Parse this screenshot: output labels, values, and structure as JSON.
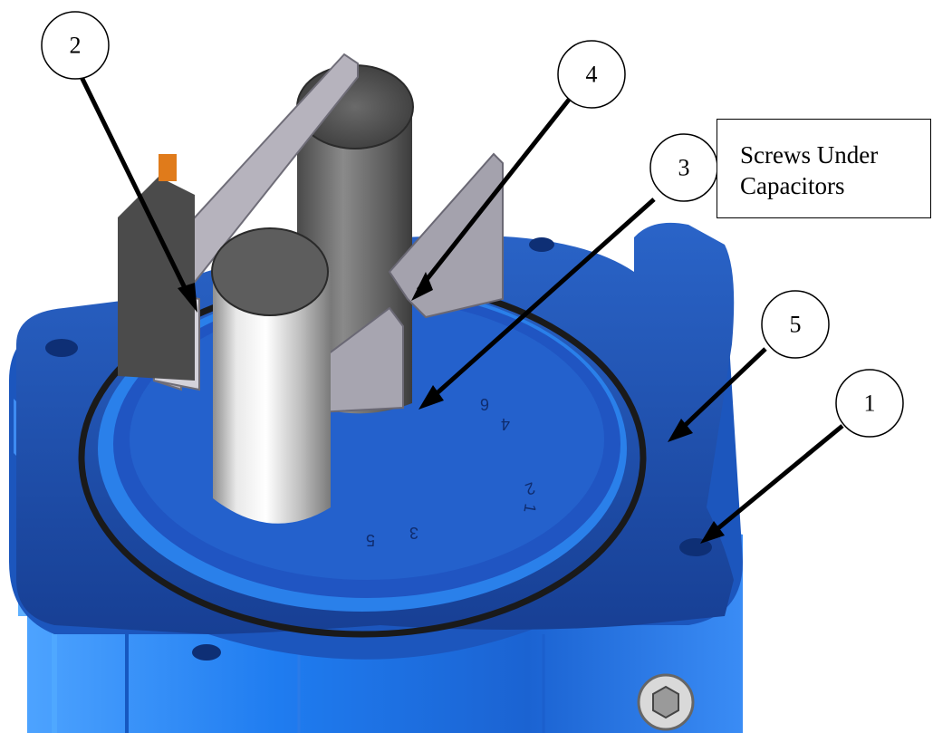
{
  "callouts": [
    {
      "id": "2",
      "label": "2"
    },
    {
      "id": "4",
      "label": "4"
    },
    {
      "id": "3",
      "label": "3"
    },
    {
      "id": "5",
      "label": "5"
    },
    {
      "id": "1",
      "label": "1"
    }
  ],
  "note": {
    "line1": "Screws Under",
    "line2": "Capacitors"
  },
  "base_markings": [
    "6",
    "4",
    "2",
    "1",
    "3",
    "5"
  ],
  "colors": {
    "housing_blue": "#1f6fe0",
    "housing_dark_blue": "#1a4fb3",
    "plate_blue": "#245fc8",
    "capacitor_gray": "#6b6b6b",
    "capacitor_silver": "#d8d8d8",
    "bracket_gray": "#9c9aa6",
    "oring_black": "#1a1a1a"
  }
}
